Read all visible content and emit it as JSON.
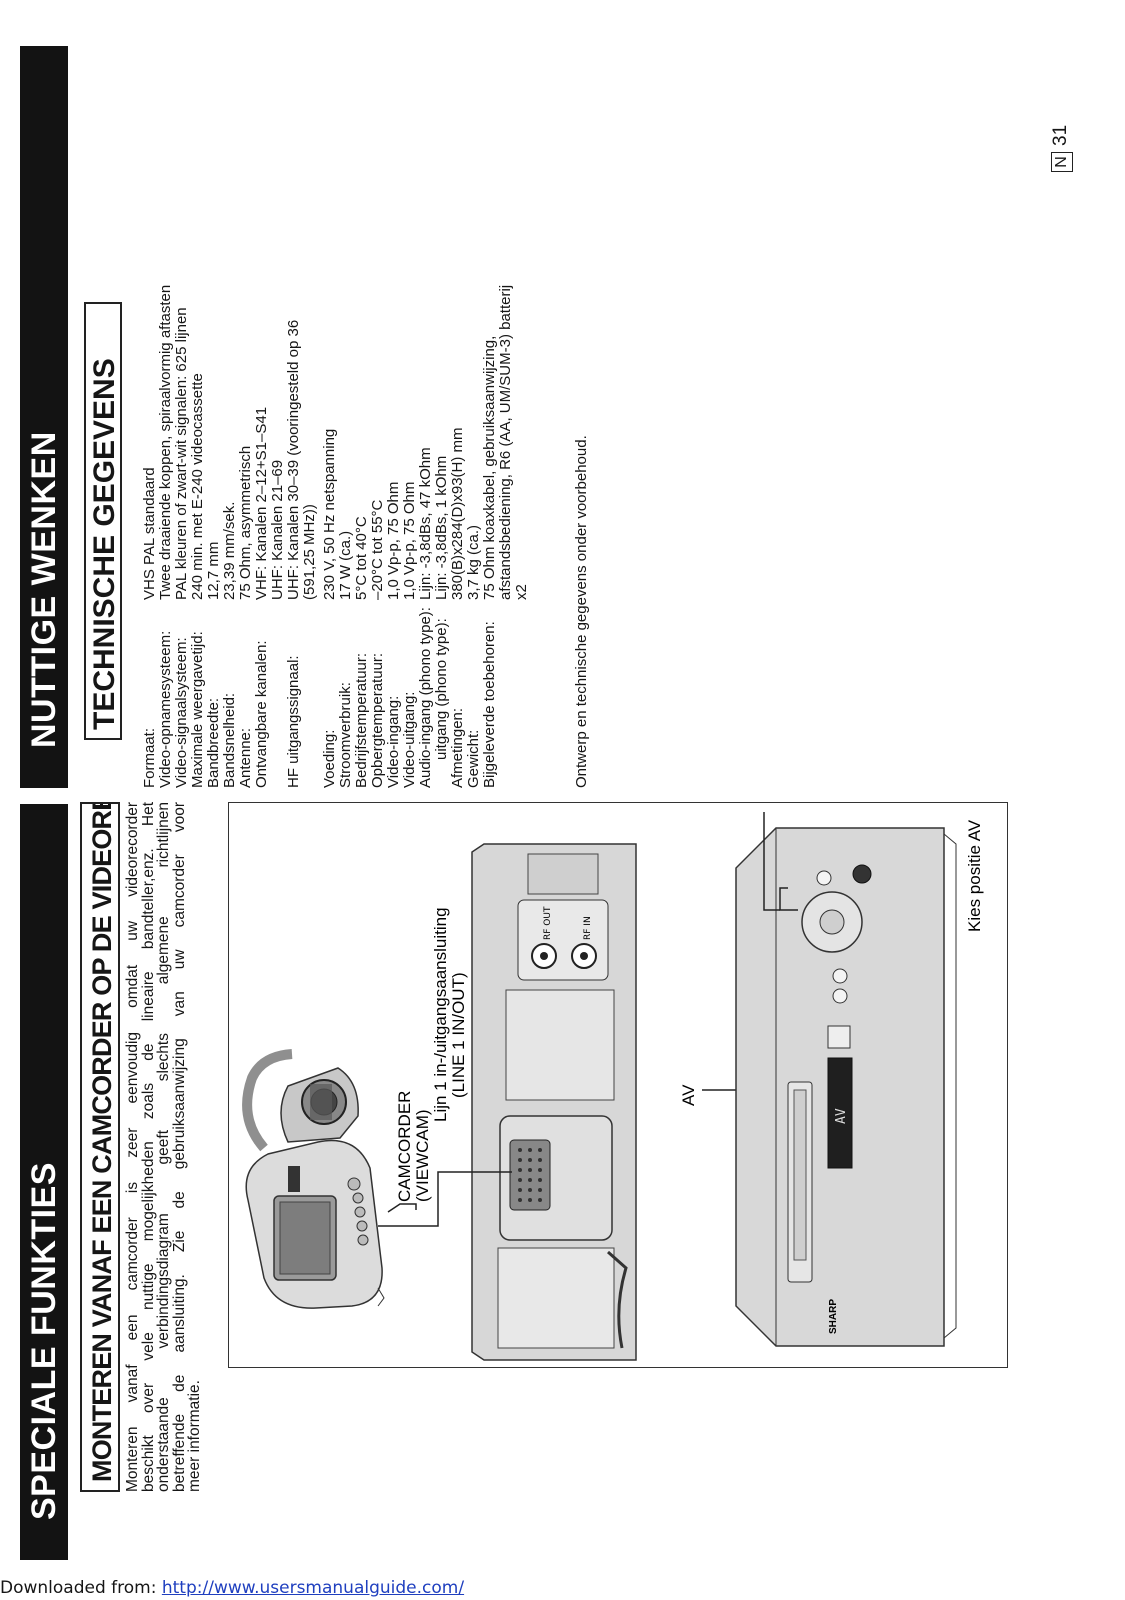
{
  "left": {
    "header": "SPECIALE FUNKTIES",
    "section_title": "MONTEREN VANAF EEN CAMCORDER OP DE VIDEORECORDER",
    "intro_lines": [
      "Monteren vanaf een camcorder is zeer eenvoudig omdat uw videorecorder",
      "beschikt over vele nuttige mogelijkheden zoals de lineaire bandteller,enz. Het",
      "onderstaande verbindingsdiagram geeft slechts algemene richtlijnen",
      "betreffende de aansluiting. Zie de gebruiksaanwijzing van uw camcorder voor",
      "meer informatie."
    ],
    "figure": {
      "label_camcorder": "CAMCORDER",
      "label_viewcam": "(VIEWCAM)",
      "label_line_1": "Lijn 1 in-/uitgangsaansluiting",
      "label_line_2": "(LINE 1 IN/OUT)",
      "label_av": "AV",
      "label_kies": "Kies positie AV",
      "display_text": "AV",
      "brand": "SHARP",
      "rf_out": "RF OUT",
      "rf_in": "RF IN"
    }
  },
  "right": {
    "header": "NUTTIGE WENKEN",
    "section_title": "TECHNISCHE GEGEVENS",
    "specs": [
      {
        "label": "Formaat:",
        "value": "VHS PAL standaard"
      },
      {
        "label": "Video-opnamesysteem:",
        "value": "Twee draaiende koppen, spiraalvormig aftasten"
      },
      {
        "label": "Video-signaalsysteem:",
        "value": "PAL kleuren of zwart-wit signalen: 625 lijnen"
      },
      {
        "label": "Maximale weergavetijd:",
        "value": "240 min. met E-240 videocassette"
      },
      {
        "label": "Bandbreedte:",
        "value": "12,7 mm"
      },
      {
        "label": "Bandsnelheid:",
        "value": "23,39 mm/sek."
      },
      {
        "label": "Antenne:",
        "value": "75 Ohm, asymmetrisch"
      },
      {
        "label": "Ontvangbare kanalen:",
        "value": "VHF: Kanalen 2–12+S1–S41"
      },
      {
        "label": "",
        "value": "UHF: Kanalen 21–69"
      },
      {
        "label": "HF uitgangssignaal:",
        "value": "UHF: Kanalen 30–39 (vooringesteld op 36"
      },
      {
        "label": "",
        "value": "(591,25 MHz))"
      },
      {
        "label": "Voeding:",
        "value": "230 V, 50 Hz netspanning"
      },
      {
        "label": "Stroomverbruik:",
        "value": "17 W (ca.)"
      },
      {
        "label": "Bedrijfstemperatuur:",
        "value": "5°C tot 40°C"
      },
      {
        "label": "Opbergtemperatuur:",
        "value": "–20°C tot 55°C"
      },
      {
        "label": "Video-ingang:",
        "value": "1,0 Vp-p, 75 Ohm"
      },
      {
        "label": "Video-uitgang:",
        "value": "1,0 Vp-p, 75 Ohm"
      },
      {
        "label": "Audio-ingang (phono type):",
        "value": "Lijn: -3,8dBs, 47 kOhm"
      },
      {
        "label": "uitgang (phono type):",
        "value": "Lijn: -3,8dBs, 1 kOhm"
      },
      {
        "label": "Afmetingen:",
        "value": "380(B)x284(D)x93(H) mm"
      },
      {
        "label": "Gewicht:",
        "value": "3,7 kg (ca.)"
      },
      {
        "label": "Bijgeleverde toebehoren:",
        "value": "75 Ohm koaxkabel, gebruiksaanwijzing,"
      },
      {
        "label": "",
        "value": "afstandsbediening, R6 (AA, UM/SUM-3) batterij"
      },
      {
        "label": "",
        "value": "x2"
      }
    ],
    "design_note": "Ontwerp en technische gegevens onder voorbehoud.",
    "page_lang": "N",
    "page_number": "31"
  },
  "footer": {
    "prefix": "Downloaded from: ",
    "link": "http://www.usersmanualguide.com/"
  }
}
